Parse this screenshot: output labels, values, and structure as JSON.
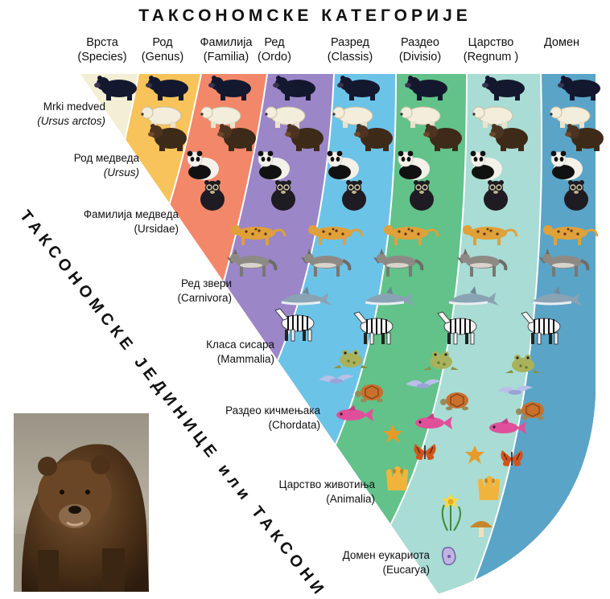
{
  "title": "ТАКСОНОМСКЕ КАТЕГОРИЈЕ",
  "side_label": "ТАКСОНОМСКЕ ЈЕДИНИЦЕ или ТАКСОНИ",
  "categories": [
    {
      "name": "Врста",
      "latin": "(Species)",
      "color": "#f2efd4"
    },
    {
      "name": "Род",
      "latin": "(Genus)",
      "color": "#f7c35a"
    },
    {
      "name": "Фамилија",
      "latin": "(Familia)",
      "color": "#f2876a"
    },
    {
      "name": "Ред",
      "latin": "(Ordo)",
      "color": "#9b86c8"
    },
    {
      "name": "Разред",
      "latin": "(Classis)",
      "color": "#6cc3e8"
    },
    {
      "name": "Раздео",
      "latin": "(Divisio)",
      "color": "#62c28a"
    },
    {
      "name": "Царство",
      "latin": "(Regnum )",
      "color": "#a8dcd4"
    },
    {
      "name": "Домен",
      "latin": "",
      "color": "#5aa4c8"
    }
  ],
  "units": [
    {
      "name": "Mrki medved",
      "latin": "(Ursus arctos)",
      "italic": true
    },
    {
      "name": "Род медведа",
      "latin": "(Ursus)",
      "italic": true
    },
    {
      "name": "Фамилија медведа",
      "latin": "(Ursidae)",
      "italic": false
    },
    {
      "name": "Ред звери",
      "latin": "(Carnivora)",
      "italic": false
    },
    {
      "name": "Класа сисара",
      "latin": "(Mammalia)",
      "italic": false
    },
    {
      "name": "Раздео кичмењака",
      "latin": "(Chordata)",
      "italic": false
    },
    {
      "name": "Царство животиња",
      "latin": "(Animalia)",
      "italic": false
    },
    {
      "name": "Домен еукариота",
      "latin": "(Eucarya)",
      "italic": false
    }
  ],
  "organisms": {
    "black_bear": "black-bear-icon",
    "polar_bear": "polar-bear-icon",
    "brown_bear": "brown-bear-icon",
    "panda": "panda-icon",
    "spectacled_bear": "spectacled-bear-icon",
    "leopard": "leopard-icon",
    "wolf": "wolf-icon",
    "dolphin": "dolphin-icon",
    "zebra": "zebra-icon",
    "frog": "frog-icon",
    "bird": "bird-icon",
    "turtle": "turtle-icon",
    "fish": "fish-icon",
    "starfish": "starfish-icon",
    "butterfly": "butterfly-icon",
    "sponge": "sponge-icon",
    "daffodil": "daffodil-icon",
    "mushroom": "mushroom-icon",
    "amoeba": "amoeba-icon"
  }
}
